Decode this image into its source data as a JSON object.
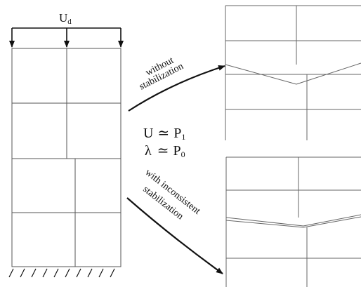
{
  "load_label": {
    "main": "U",
    "sub": "d"
  },
  "arrow_top_label": [
    "without",
    "stabilization"
  ],
  "arrow_bottom_label": [
    "with inconsistent",
    "stabilization"
  ],
  "spaces": [
    {
      "symbol": "U",
      "relation": "≃",
      "space": "P",
      "index": "1"
    },
    {
      "symbol": "λ",
      "relation": "≃",
      "space": "P",
      "index": "0"
    }
  ]
}
